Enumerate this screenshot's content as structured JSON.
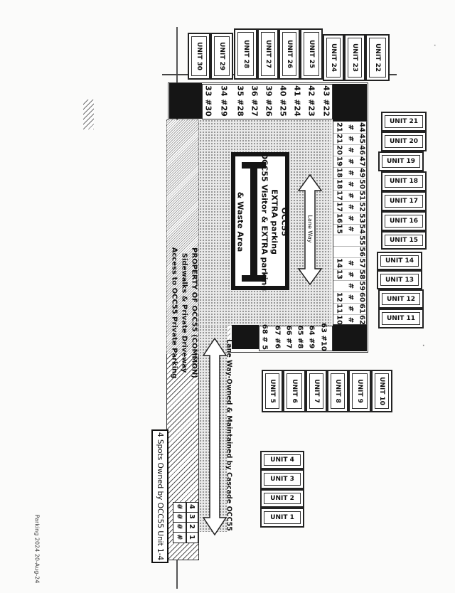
{
  "top_units": [
    "UNIT 30",
    "UNIT 29",
    "UNIT 28",
    "UNIT 27",
    "UNIT 26",
    "UNIT 25",
    "UNIT 24",
    "UNIT 23",
    "UNIT 22"
  ],
  "right_units": [
    "UNIT 21",
    "UNIT 20",
    "UNIT 19",
    "UNIT 18",
    "UNIT 17",
    "UNIT 16",
    "UNIT 15",
    "UNIT 14",
    "UNIT 13",
    "UNIT 12",
    "UNIT 11"
  ],
  "bottom_units": [
    "UNIT 5",
    "UNIT 6",
    "UNIT 7",
    "UNIT 8",
    "UNIT 9",
    "UNIT 10"
  ],
  "lower_units": [
    "UNIT 4",
    "UNIT 3",
    "UNIT 2",
    "UNIT 1"
  ],
  "top_stalls": [
    "33 #30",
    "34 #29",
    "35 #28",
    "36 #27",
    "39 #26",
    "40 #25",
    "41 #24",
    "42 #23",
    "43 #22"
  ],
  "right_stalls_col1": [
    "44",
    "45",
    "46",
    "47",
    "49",
    "50",
    "51",
    "52",
    "53",
    "54",
    "55",
    "56",
    "57",
    "58",
    "59",
    "60",
    "61",
    "62"
  ],
  "right_stalls_col2": [
    "#",
    "#",
    "#",
    "#",
    "#",
    "#",
    "#",
    "#",
    "#",
    "#",
    "",
    "",
    "#",
    "#",
    "#",
    "#",
    "#",
    "#"
  ],
  "right_stalls_col3": [
    "21",
    "21",
    "20",
    "19",
    "18",
    "18",
    "17",
    "17",
    "16",
    "15",
    "",
    "",
    "14",
    "13",
    "",
    "12",
    "11",
    "10"
  ],
  "bottom_stalls": [
    "68 # 5",
    "67 #6",
    "66 #7",
    "65 #8",
    "64 #9",
    "63 #10"
  ],
  "center_box": {
    "line1": "OCC55",
    "line2": "EXTRA parking",
    "line3": "OCC55 Visitor & EXTRA parking",
    "line4": "& Waste Area"
  },
  "lane_way_label": "Lane Way",
  "lane_way_owned": "Lane Way-Owned & Maintained by Cascade OCC55",
  "property_note": {
    "line1": "PROPERTY OF OCC55 (COMMON)",
    "line2": "Sidewalks & Private Driveway",
    "line3": "Access to OCC55 Private Parking"
  },
  "spots_grid": {
    "numbers": [
      "4",
      "3",
      "2",
      "1"
    ],
    "marks": [
      "#",
      "#",
      "#",
      "#"
    ]
  },
  "spots_owned_label": "4 Spots Owned by OCC55 Unit 1-4",
  "footer_note": "Parking 2024 20-Aug-24",
  "colors": {
    "ink": "#111111",
    "solid_block": "#151515",
    "paper": "#fbfbfa"
  }
}
